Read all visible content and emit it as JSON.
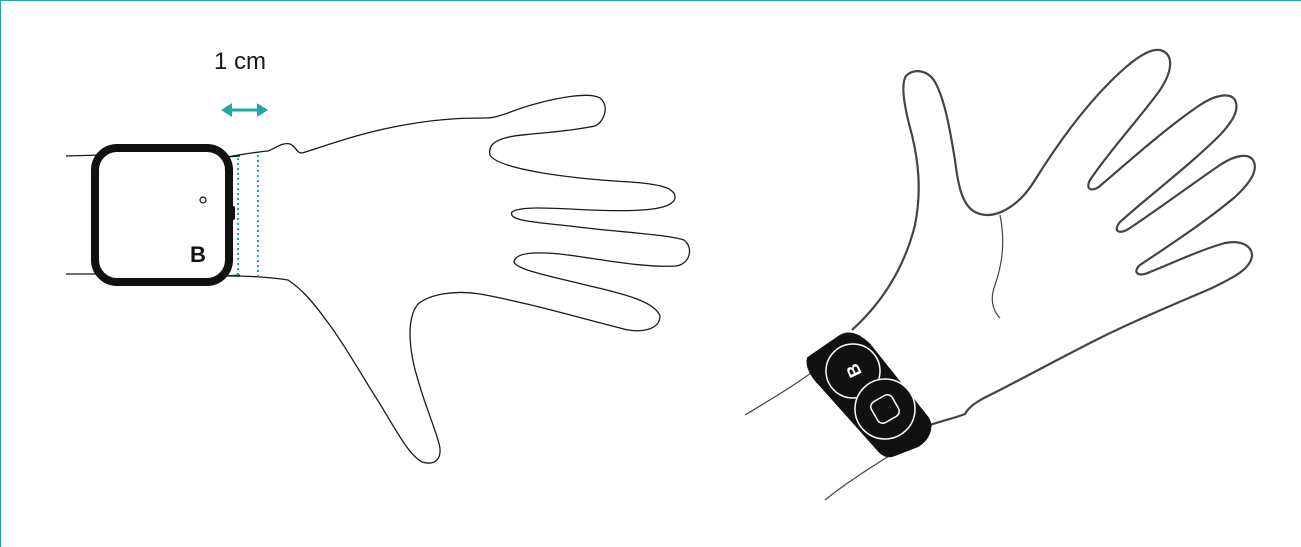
{
  "figure": {
    "measurement_label": "1 cm",
    "brand_mark": "B",
    "colors": {
      "accent": "#24a7a4",
      "outline": "#1a1a1a",
      "device": "#111111",
      "background": "#ffffff"
    },
    "panels": [
      {
        "id": "left",
        "view": "back-of-hand",
        "elements": [
          "wrist-band-device",
          "distance-guide",
          "distance-arrow"
        ]
      },
      {
        "id": "right",
        "view": "palm-side",
        "elements": [
          "wrist-band-device",
          "logo-pod",
          "sensor-pod"
        ]
      }
    ]
  }
}
